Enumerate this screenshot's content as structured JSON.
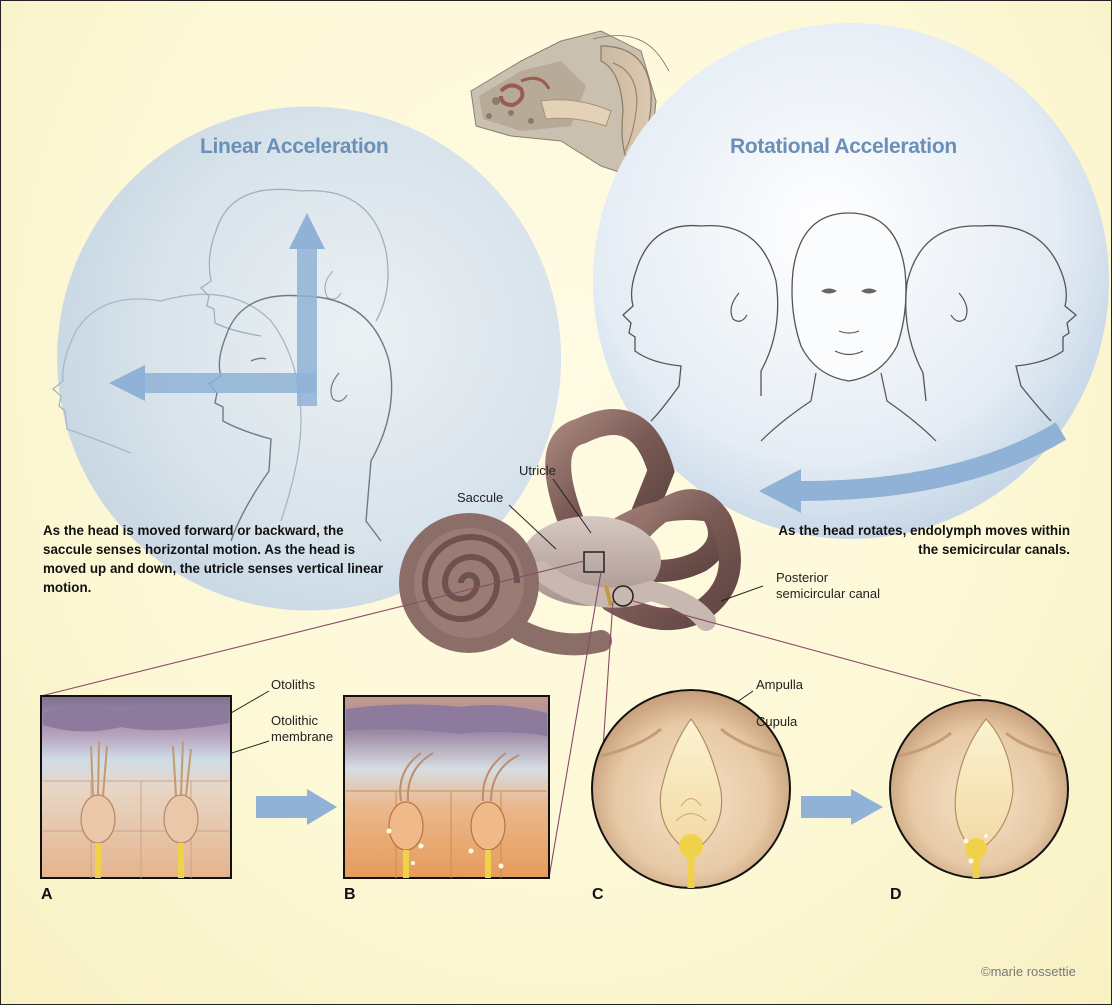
{
  "headings": {
    "linear": "Linear Acceleration",
    "rotational": "Rotational Acceleration"
  },
  "captions": {
    "linear": "As the head is moved forward or backward, the saccule senses horizontal motion. As the head is moved up and down, the utricle senses vertical linear motion.",
    "rotational": "As the head rotates, endolymph moves within the semicircular canals."
  },
  "labels": {
    "utricle": "Utricle",
    "saccule": "Saccule",
    "posterior_canal_line1": "Posterior",
    "posterior_canal_line2": "semicircular canal",
    "otoliths": "Otoliths",
    "otolithic_line1": "Otolithic",
    "otolithic_line2": "membrane",
    "ampulla": "Ampulla",
    "cupula": "Cupula"
  },
  "panels": [
    "A",
    "B",
    "C",
    "D"
  ],
  "credit": "©marie rossettie",
  "colors": {
    "heading": "#6b90b8",
    "arrow": "#8fb2d6",
    "background": "#fdf8d6",
    "hair_cell": "#f0d24a",
    "callout_line": "#8a4a6a"
  }
}
